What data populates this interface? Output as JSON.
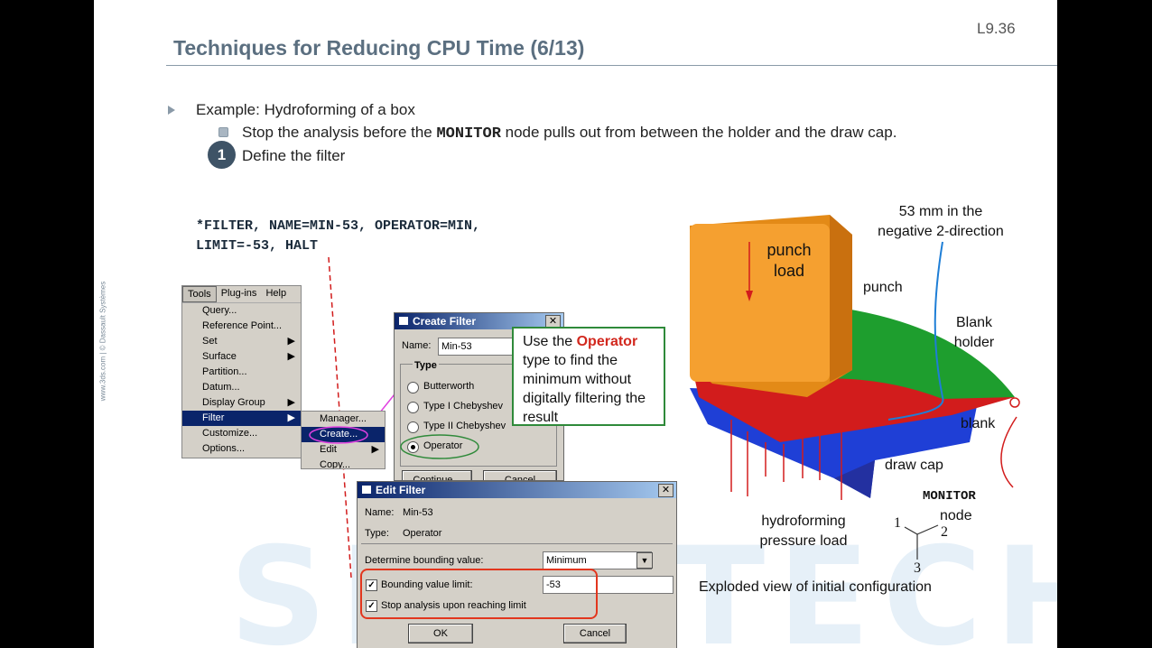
{
  "slide": {
    "title": "Techniques for Reducing CPU Time (6/13)",
    "page_number": "L9.36",
    "side_credit": "www.3ds.com | © Dassault Systèmes",
    "watermark": "SIMUTECH"
  },
  "bullets": {
    "b1": "Example: Hydroforming of a box",
    "b2_pre": "Stop the analysis before the ",
    "b2_code": "MONITOR",
    "b2_post": " node pulls out from between the holder and the draw cap.",
    "step_number": "1",
    "b3": "Define the filter"
  },
  "code": {
    "line1": "*FILTER, NAME=MIN-53, OPERATOR=MIN,",
    "line2": "LIMIT=-53, HALT"
  },
  "tools_menu": {
    "menubar": [
      "Tools",
      "Plug-ins",
      "Help"
    ],
    "items": [
      "Query...",
      "Reference Point...",
      "Set",
      "Surface",
      "Partition...",
      "Datum...",
      "Display Group",
      "Filter",
      "Customize...",
      "Options..."
    ],
    "submenu": [
      "Manager...",
      "Create...",
      "Edit",
      "Copy..."
    ]
  },
  "create_filter": {
    "title": "Create Filter",
    "name_label": "Name:",
    "name_value": "Min-53",
    "type_label": "Type",
    "options": [
      "Butterworth",
      "Type I Chebyshev",
      "Type II Chebyshev",
      "Operator"
    ],
    "selected": "Operator",
    "continue": "Continue...",
    "cancel": "Cancel"
  },
  "callout": {
    "pre": "Use the ",
    "highlight": "Operator",
    "post": " type to find the minimum without digitally filtering the result"
  },
  "edit_filter": {
    "title": "Edit Filter",
    "name_label": "Name:",
    "name_value": "Min-53",
    "type_label": "Type:",
    "type_value": "Operator",
    "bounding_label": "Determine bounding value:",
    "bounding_value": "Minimum",
    "limit_label": "Bounding value limit:",
    "limit_value": "-53",
    "stop_label": "Stop analysis upon reaching limit",
    "ok": "OK",
    "cancel": "Cancel"
  },
  "figure": {
    "punch_load": "punch\nload",
    "punch": "punch",
    "mm_note": "53 mm in the\nnegative 2-direction",
    "blank_holder": "Blank\nholder",
    "blank": "blank",
    "draw_cap": "draw cap",
    "monitor": "MONITOR",
    "node": "node",
    "hydro": "hydroforming\npressure load",
    "axis1": "1",
    "axis2": "2",
    "axis3": "3",
    "caption": "Exploded view of initial configuration"
  },
  "colors": {
    "title": "#5b6f80",
    "punch": "#f39c1f",
    "holder": "#1e9e2e",
    "blank": "#d21c1c",
    "draw_cap": "#1f3fd6",
    "callout_border": "#2f8a3a",
    "highlight_red": "#d2281e"
  }
}
